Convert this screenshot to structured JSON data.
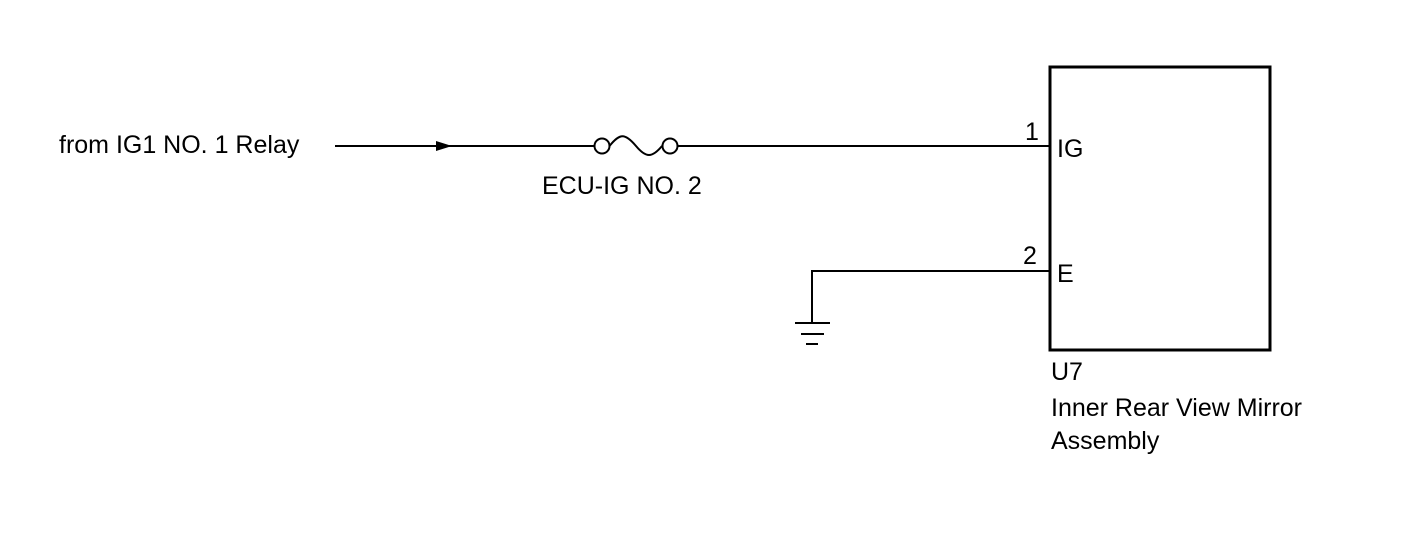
{
  "source": {
    "label": "from IG1 NO. 1 Relay"
  },
  "fuse": {
    "label": "ECU-IG NO. 2"
  },
  "component": {
    "code": "U7",
    "name": "Inner Rear View Mirror Assembly",
    "pins": [
      {
        "number": "1",
        "name": "IG"
      },
      {
        "number": "2",
        "name": "E"
      }
    ]
  },
  "colors": {
    "line": "#000000",
    "background": "#ffffff"
  }
}
